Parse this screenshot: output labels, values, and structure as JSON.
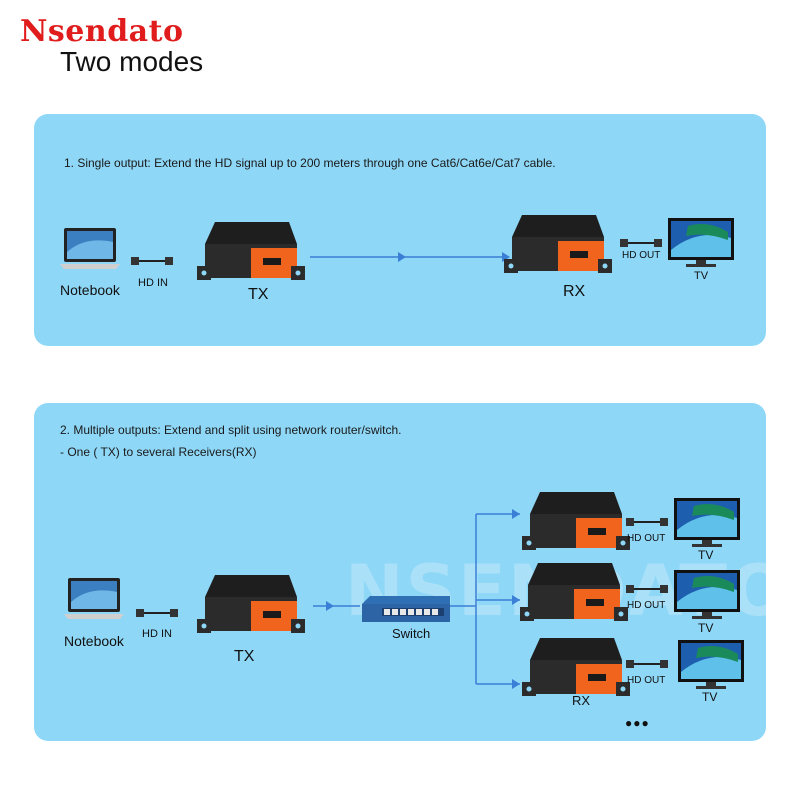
{
  "brand": "Nsendato",
  "subtitle": "Two modes",
  "watermark": "NSENDATO",
  "panel1": {
    "description": "1. Single output: Extend the HD signal up to 200 meters through one Cat6/Cat6e/Cat7 cable.",
    "notebook": "Notebook",
    "hd_in": "HD IN",
    "tx": "TX",
    "rx": "RX",
    "hd_out": "HD OUT",
    "tv": "TV"
  },
  "panel2": {
    "description": "2. Multiple outputs:  Extend and split using network router/switch.",
    "description2": "- One ( TX) to several Receivers(RX)",
    "notebook": "Notebook",
    "hd_in": "HD IN",
    "tx": "TX",
    "switch": "Switch",
    "rx": "RX",
    "outputs": [
      {
        "hd_out": "HD OUT",
        "tv": "TV"
      },
      {
        "hd_out": "HD OUT",
        "tv": "TV"
      },
      {
        "hd_out": "HD OUT",
        "tv": "TV"
      }
    ],
    "more": "●●●"
  },
  "colors": {
    "brand": "#e01c1c",
    "panel": "#8ed7f7",
    "device_body": "#2b2b2b",
    "device_accent": "#f0641e",
    "line": "#3a7fd6"
  }
}
